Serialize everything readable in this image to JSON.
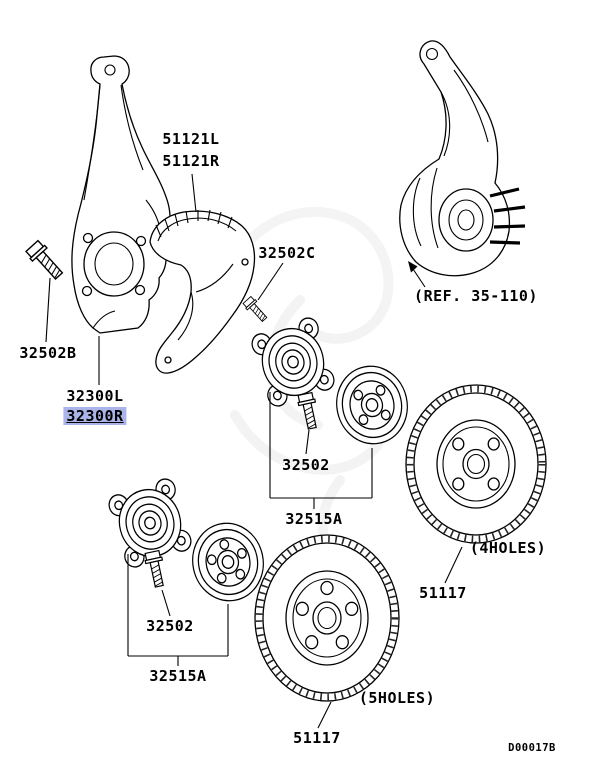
{
  "page": {
    "background": "#ffffff",
    "diagram_code": "D00017B"
  },
  "colors": {
    "highlight": "#aab4e8",
    "line": "#000000"
  },
  "selected_part": "32300R",
  "labels": {
    "shield_left": "51121L",
    "shield_right": "51121R",
    "bolt_c": "32502C",
    "ref_note": "(REF. 35-110)",
    "bolt_b": "32502B",
    "knuckle_left": "32300L",
    "knuckle_right": "32300R",
    "hub_bolt_upper": "32502",
    "hub_unit_upper": "32515A",
    "four_holes_note": "(4HOLES)",
    "disc_right": "51117",
    "hub_bolt_lower": "32502",
    "hub_unit_lower": "32515A",
    "five_holes_note": "(5HOLES)",
    "disc_lower": "51117"
  }
}
